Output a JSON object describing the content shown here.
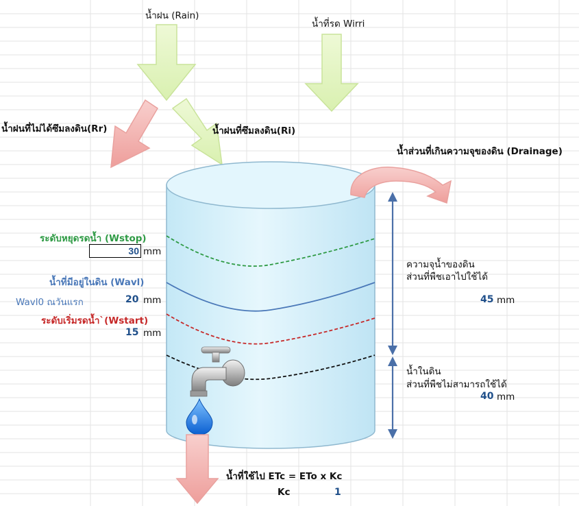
{
  "labels": {
    "rain": "น้ำฝน (Rain)",
    "irrigation": "น้ำที่รด Wirri",
    "runoff": "น้ำฝนที่ไม่ได้ซึมลงดิน(Rr)",
    "infiltration": "น้ำฝนที่ซึมลงดิน(Ri)",
    "drainage": "น้ำส่วนที่เกินความจุของดิน (Drainage)",
    "wstop": "ระดับหยุดรดน้ำ (Wstop)",
    "wavl": "น้ำที่มีอยู่ในดิน (Wavl)",
    "wavl0": "Wavl0 ณวันแรก",
    "wstart": "ระดับเริ่มรดน้ำ`(Wstart)",
    "available_line1": "ความจุน้ำของดิน",
    "available_line2": "ส่วนที่พืชเอาไปใช้ได้",
    "unavailable_line1": "น้ำในดิน",
    "unavailable_line2": "ส่วนที่พืชไม่สามารถใช้ได้",
    "etc": "น้ำที่ใช้ไป ETc = ETo x Kc",
    "kc_label": "Kc"
  },
  "values": {
    "wstop": "30",
    "wavl0": "20",
    "wstart": "15",
    "available": "45",
    "unavailable": "40",
    "kc": "1"
  },
  "units": {
    "mm": "mm"
  },
  "colors": {
    "wstop": "#2e9a44",
    "wavl": "#4a78b8",
    "wstart": "#c62828",
    "pwp": "#111111",
    "tank_fill": "#cfeefa",
    "tank_stroke": "#8fb8cf",
    "green_arrow": "#e6f7c7",
    "red_arrow": "#f4b9b7",
    "blue_arrow": "#4a6fa8",
    "number": "#1f4f8a"
  }
}
